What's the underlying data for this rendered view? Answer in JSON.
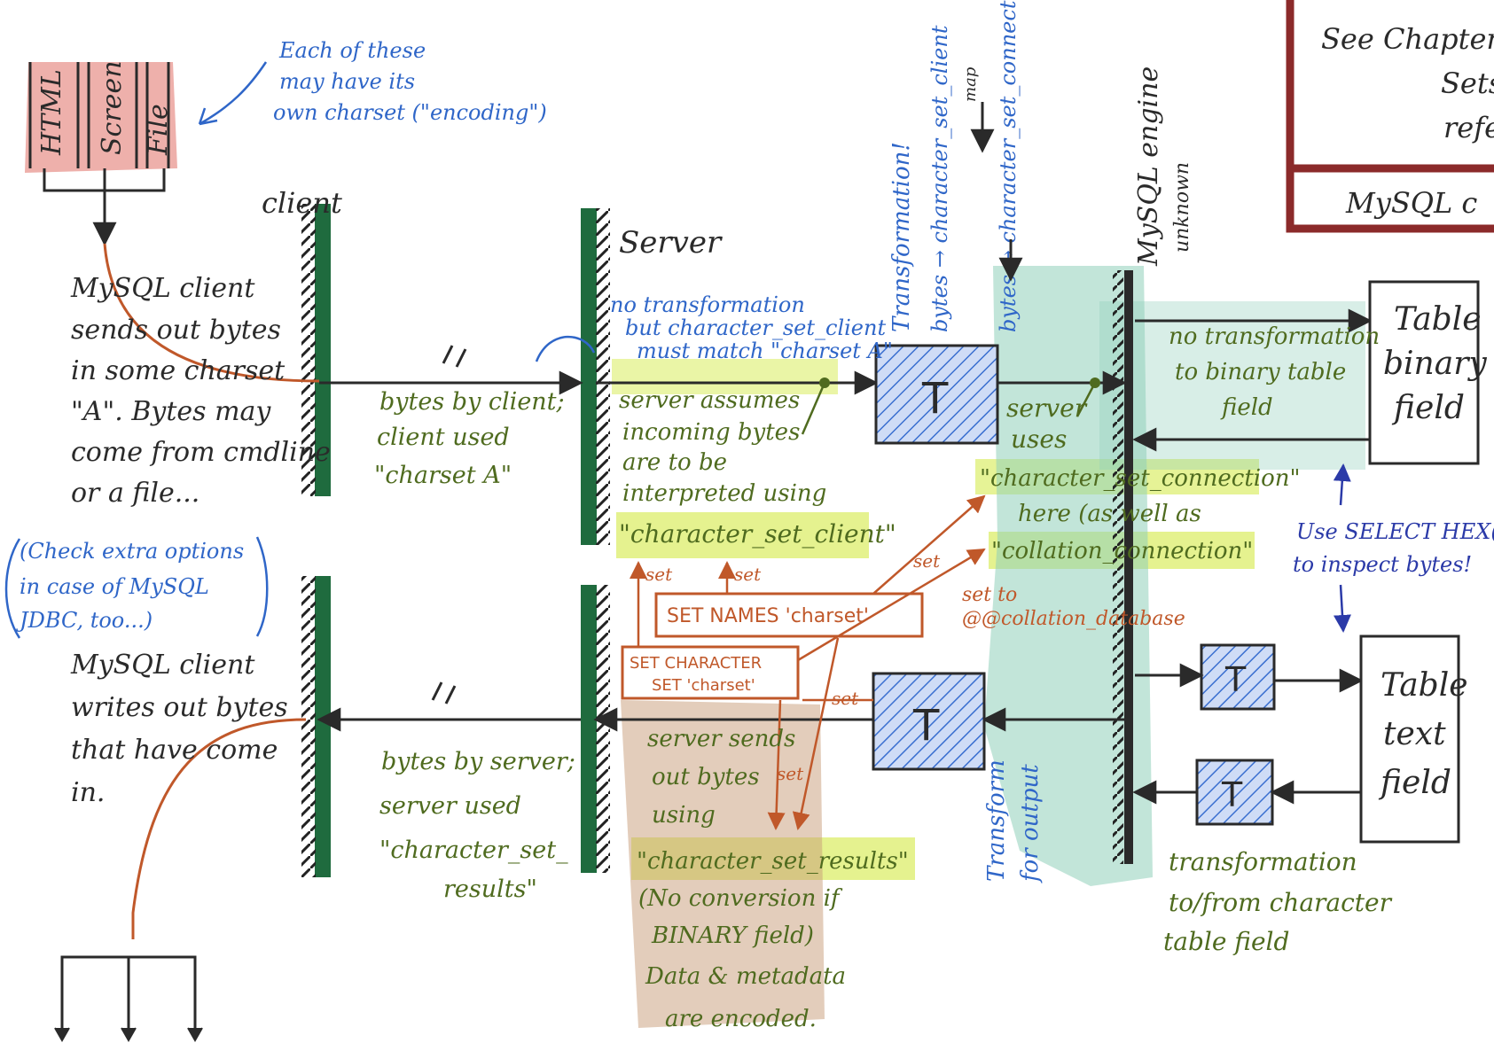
{
  "colors": {
    "client_bar": "#1f6b3e",
    "wire": "#2a2a2a",
    "pink_highlight": "#e8958f",
    "yellow_highlight": "#dcee6a",
    "teal_highlight": "#8fcfba",
    "brown_highlight": "#c79b78",
    "hatch_blue": "#3a6fd0",
    "box_border_maroon": "#8b2a2a",
    "note_orange": "#c0582a",
    "note_green": "#4f6b1f",
    "note_blue": "#2f66c8",
    "note_navy": "#2b3aa8"
  },
  "sources": {
    "labels": [
      "HTML",
      "Screen",
      "File"
    ],
    "note": [
      "Each of these",
      "may have its",
      "own charset (\"encoding\")"
    ]
  },
  "columns": {
    "client": "client",
    "server": "Server",
    "engine": [
      "MySQL engine",
      "unknown"
    ]
  },
  "client_out": [
    "MySQL client",
    "sends out bytes",
    "in some charset",
    "\"A\". Bytes may",
    "come from cmdline",
    "or a file..."
  ],
  "jdbc_note": [
    "(Check extra options",
    "in case of MySQL",
    "JDBC, too...)"
  ],
  "client_in": [
    "MySQL client",
    "writes out bytes",
    "that have come",
    "in."
  ],
  "bytes_client": [
    "bytes by client;",
    "client used",
    "\"charset A\""
  ],
  "bytes_server": [
    "bytes by server;",
    "server used",
    "\"character_set_",
    "results\""
  ],
  "server_no_transform": [
    "no transformation",
    "but character_set_client",
    "must match \"charset A\""
  ],
  "server_assumes": [
    "server assumes",
    "incoming bytes",
    "are to be",
    "interpreted using"
  ],
  "char_set_client": "\"character_set_client\"",
  "set_label": "set",
  "set_names": "SET NAMES 'charset'",
  "set_character_set": [
    "SET CHARACTER",
    "SET 'charset'"
  ],
  "transformation_top": [
    "Transformation!",
    "bytes → character_set_client",
    "bytes → character_set_connection"
  ],
  "map_label": "map",
  "server_uses": [
    "server",
    "uses"
  ],
  "char_set_connection": [
    "\"character_set_connection\"",
    "here (as well as"
  ],
  "collation_connection": "\"collation_connection\"",
  "set_to": [
    "set to",
    "@@collation_database"
  ],
  "server_sends": [
    "server sends",
    "out bytes",
    "using"
  ],
  "char_set_results": [
    "\"character_set_results\"",
    "(No conversion if",
    "BINARY field)",
    "Data & metadata",
    "are encoded."
  ],
  "transform_output": [
    "Transform",
    "for output"
  ],
  "no_transform_binary": [
    "no transformation",
    "to binary table",
    "field"
  ],
  "table_binary": [
    "Table",
    "binary",
    "field"
  ],
  "table_text": [
    "Table",
    "text",
    "field"
  ],
  "select_hex": [
    "Use SELECT HEX()",
    "to inspect bytes!"
  ],
  "transformation_char": [
    "transformation",
    "to/from character",
    "table field"
  ],
  "chapter_box": [
    "See Chapter",
    "Sets",
    "refe",
    "MySQL c"
  ],
  "t_glyph": "T"
}
